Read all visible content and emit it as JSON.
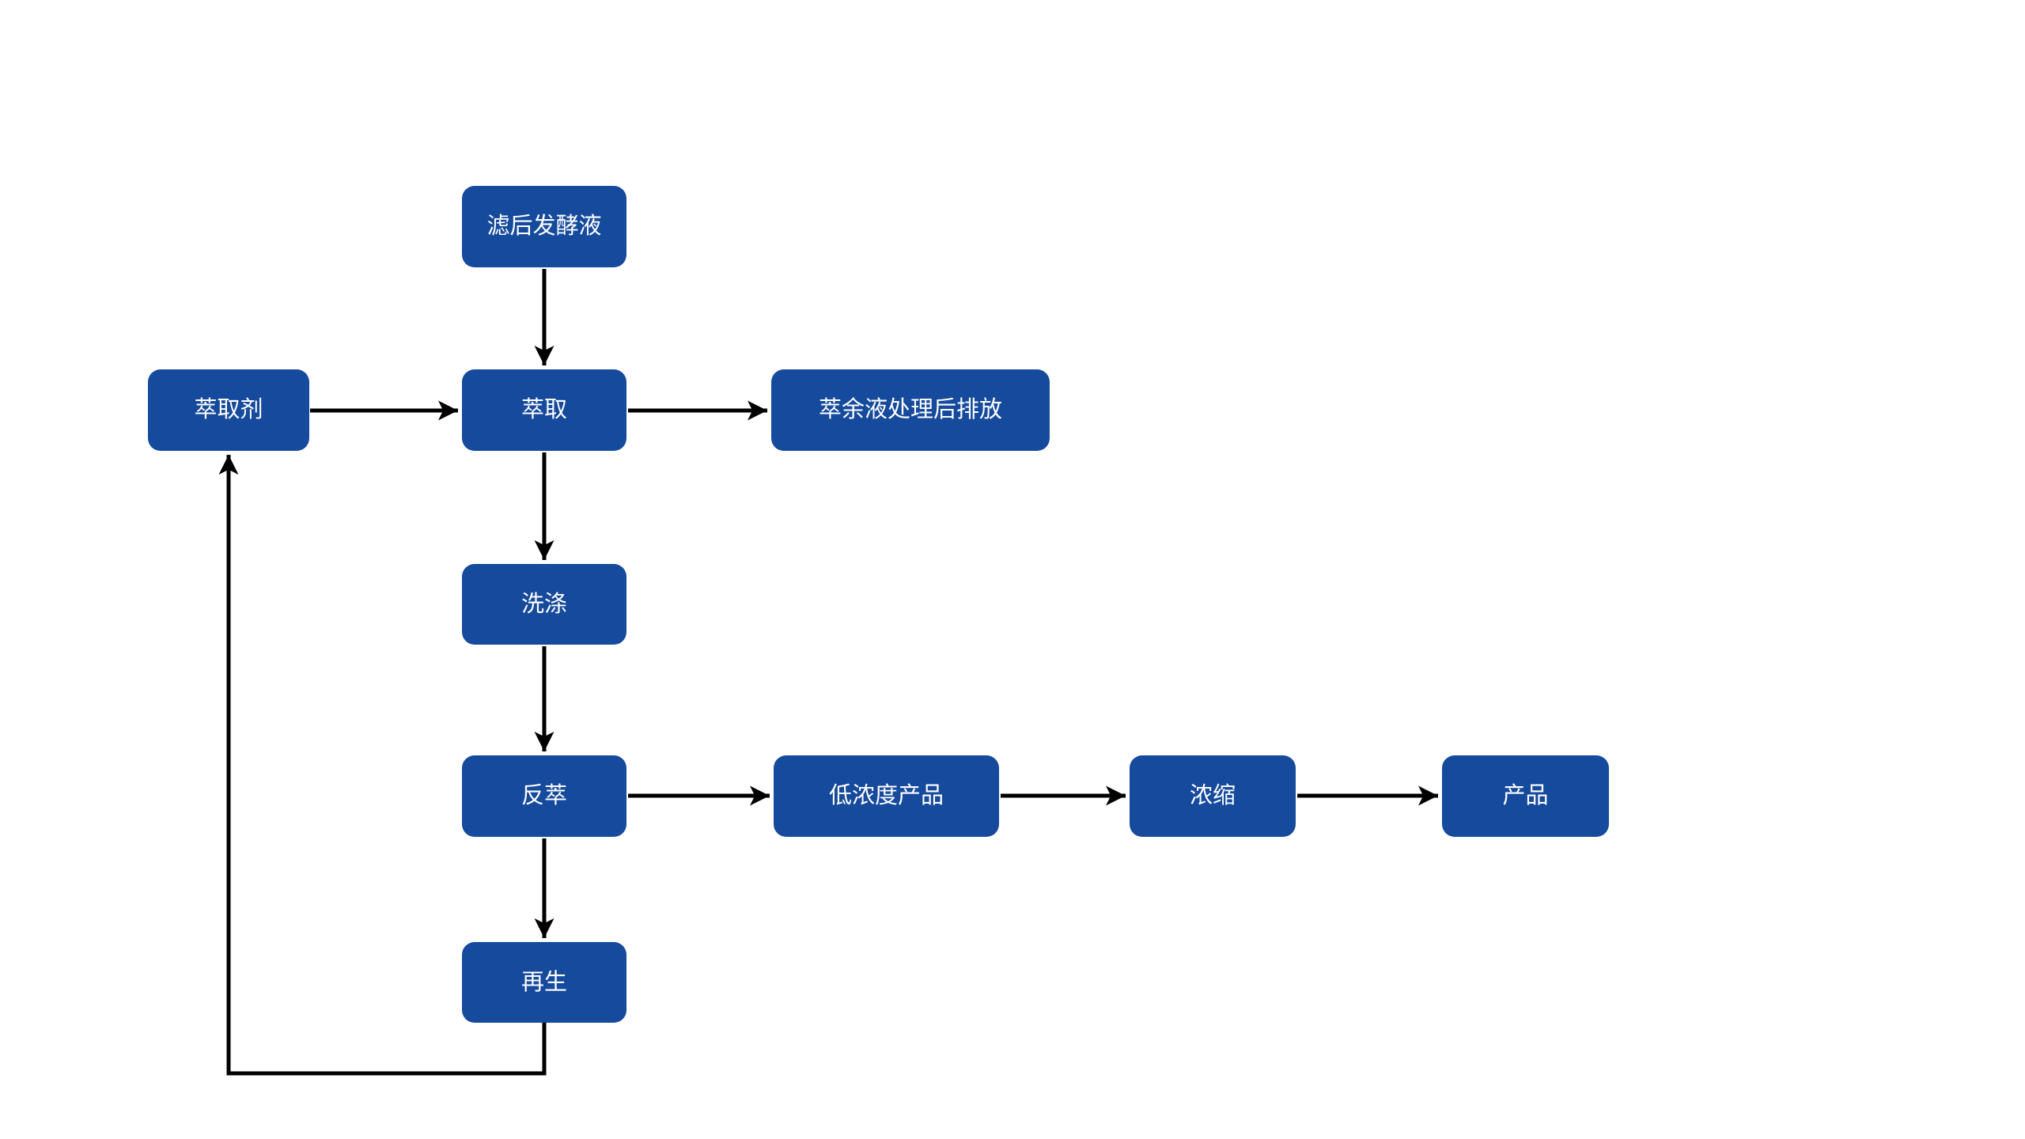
{
  "page": {
    "background": "#ffffff"
  },
  "diagram": {
    "type": "flowchart",
    "colors": {
      "node_fill": "#164A9C",
      "node_text": "#ffffff",
      "arrow": "#000000"
    },
    "nodes": [
      {
        "id": "filtered-broth",
        "label": "滤后发酵液"
      },
      {
        "id": "extractant",
        "label": "萃取剂"
      },
      {
        "id": "extraction",
        "label": "萃取"
      },
      {
        "id": "raffinate",
        "label": "萃余液处理后排放"
      },
      {
        "id": "washing",
        "label": "洗涤"
      },
      {
        "id": "stripping",
        "label": "反萃"
      },
      {
        "id": "low-product",
        "label": "低浓度产品"
      },
      {
        "id": "concentration",
        "label": "浓缩"
      },
      {
        "id": "product",
        "label": "产品"
      },
      {
        "id": "regeneration",
        "label": "再生"
      }
    ],
    "edges": [
      {
        "from": "filtered-broth",
        "to": "extraction",
        "shape": "straight"
      },
      {
        "from": "extractant",
        "to": "extraction",
        "shape": "straight"
      },
      {
        "from": "extraction",
        "to": "raffinate",
        "shape": "straight"
      },
      {
        "from": "extraction",
        "to": "washing",
        "shape": "straight"
      },
      {
        "from": "washing",
        "to": "stripping",
        "shape": "straight"
      },
      {
        "from": "stripping",
        "to": "low-product",
        "shape": "straight"
      },
      {
        "from": "low-product",
        "to": "concentration",
        "shape": "straight"
      },
      {
        "from": "concentration",
        "to": "product",
        "shape": "straight"
      },
      {
        "from": "stripping",
        "to": "regeneration",
        "shape": "straight"
      },
      {
        "from": "regeneration",
        "to": "extractant",
        "shape": "elbow"
      }
    ]
  }
}
